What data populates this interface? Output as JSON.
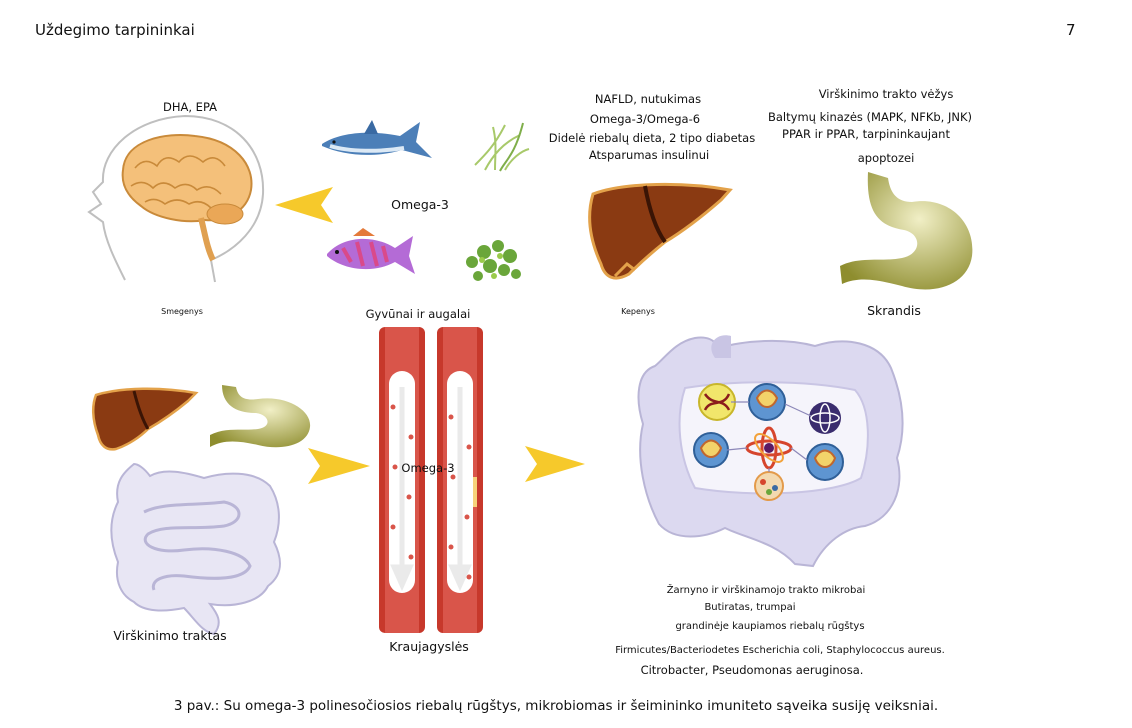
{
  "header": {
    "title": "Uždegimo tarpininkai",
    "page_number": "7"
  },
  "labels": {
    "brain_top": "DHA, EPA",
    "omega3_center": "Omega-3",
    "brain": "Smegenys",
    "animals_plants": "Gyvūnai ir augalai",
    "liver": "Kepenys",
    "stomach": "Skrandis",
    "digestive_tract": "Virškinimo traktas",
    "vessels": "Kraujagyslės",
    "vessel_omega3": "Omega-3"
  },
  "liver_notes": [
    "NAFLD, nutukimas",
    "Omega-3/Omega-6",
    "Didelė riebalų dieta, 2 tipo diabetas",
    "Atsparumas insulinui"
  ],
  "stomach_notes": [
    "Virškinimo trakto vėžys",
    "Baltymų kinazės (MAPK, NFKb, JNK)",
    "PPAR ir PPAR, tarpininkaujant",
    "apoptozei"
  ],
  "microbiome_notes": [
    "Žarnyno ir virškinamojo trakto mikrobai",
    "Butiratas, trumpai",
    "grandinėje kaupiamos riebalų rūgštys",
    "Firmicutes/Bacteriodetes Escherichia coli, Staphylococcus aureus.",
    "Citrobacter, Pseudomonas aeruginosa."
  ],
  "caption": "3 pav.: Su omega-3 polinesočiosios riebalų rūgštys, mikrobiomas ir šeimininko imuniteto sąveika susiję veiksniai.",
  "colors": {
    "arrow_yellow": "#f6c92b",
    "liver_brown": "#8a3a12",
    "stomach_olive": "#a7a64a",
    "intestine_lavender": "#d9d6ee",
    "vessel_red": "#c7382b"
  }
}
